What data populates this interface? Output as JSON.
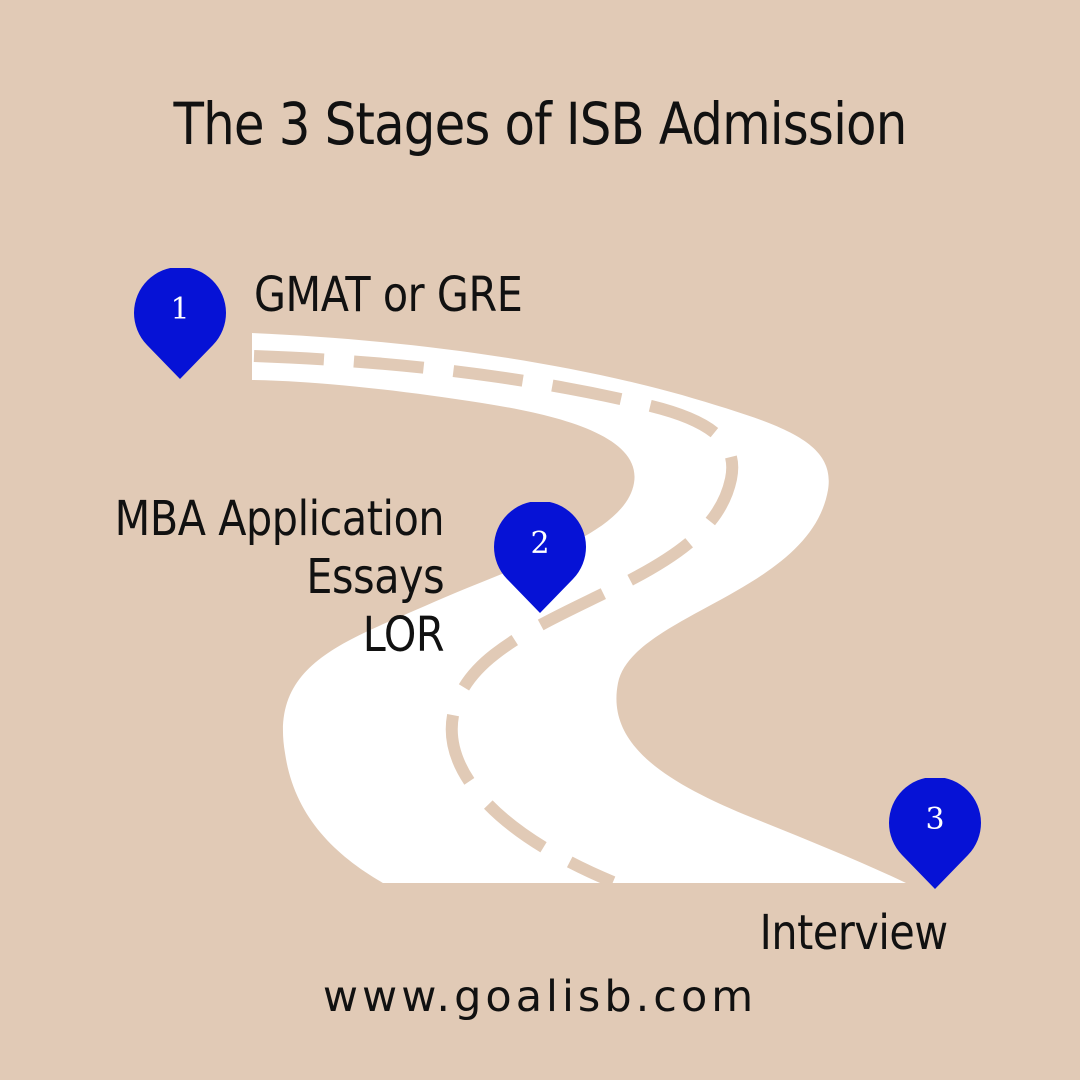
{
  "title": "The 3 Stages of ISB Admission",
  "stages": [
    {
      "number": "1",
      "lines": [
        "GMAT or GRE"
      ]
    },
    {
      "number": "2",
      "lines": [
        "MBA Application",
        "Essays",
        "LOR"
      ]
    },
    {
      "number": "3",
      "lines": [
        "Interview"
      ]
    }
  ],
  "footer": {
    "website": "www.goalisb.com"
  },
  "colors": {
    "background": "#e1cab6",
    "road": "#ffffff",
    "pin": "#0612d6",
    "text": "#111111"
  }
}
